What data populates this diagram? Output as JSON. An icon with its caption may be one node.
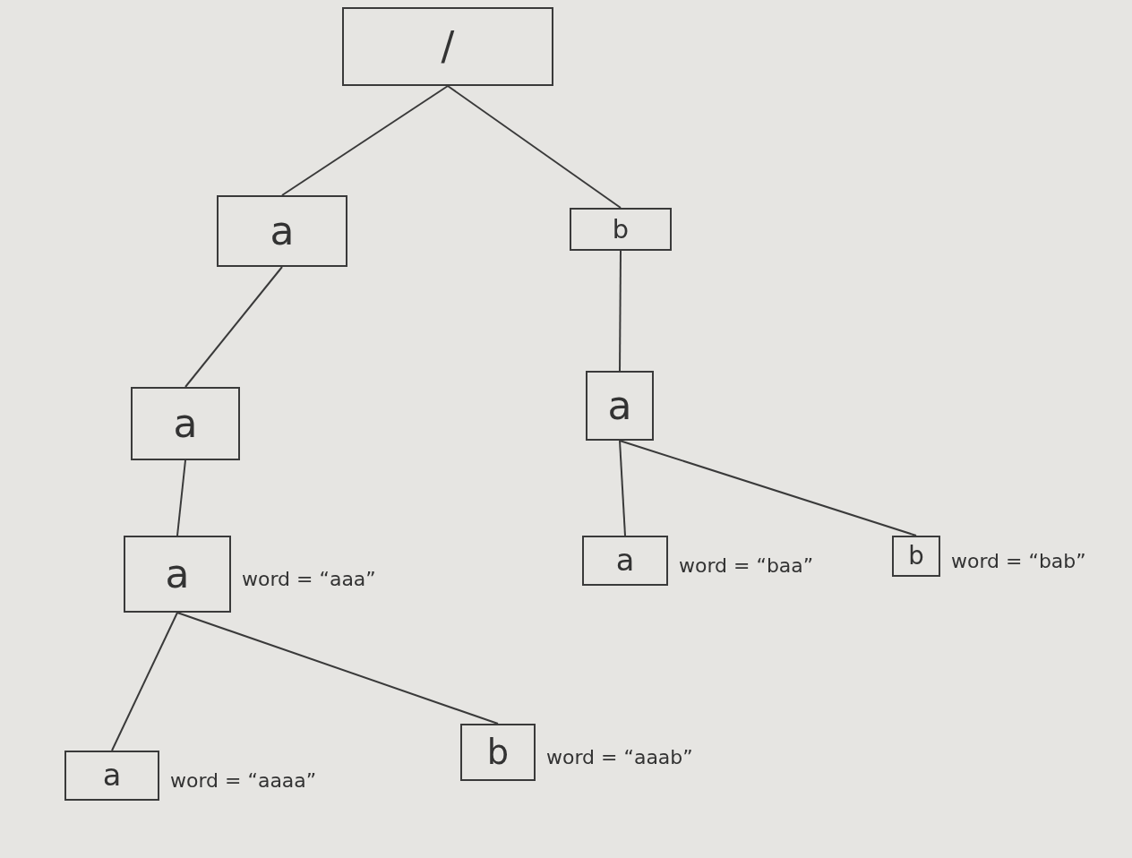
{
  "diagram": {
    "nodes": [
      {
        "text": [
          "/"
        ]
      },
      {
        "text": [
          "a"
        ]
      },
      {
        "text": [
          "b"
        ]
      },
      {
        "text": [
          "a"
        ]
      },
      {
        "text": [
          "a"
        ]
      },
      {
        "text": [
          "a"
        ],
        "beside": [
          "word = “aaa”"
        ]
      },
      {
        "text": [
          "a"
        ],
        "beside": [
          "word = “baa”"
        ]
      },
      {
        "text": [
          "b"
        ],
        "beside": [
          "word = “bab”"
        ]
      },
      {
        "text": [
          "a"
        ],
        "beside": [
          "word = “aaaa”"
        ]
      },
      {
        "text": [
          "b"
        ],
        "beside": [
          "word = “aaab”"
        ]
      }
    ],
    "edges": [
      {
        "from": 0,
        "to": 1,
        "arrow": "none"
      },
      {
        "from": 0,
        "to": 2,
        "arrow": "none"
      },
      {
        "from": 1,
        "to": 3,
        "arrow": "none"
      },
      {
        "from": 2,
        "to": 4,
        "arrow": "none"
      },
      {
        "from": 3,
        "to": 5,
        "arrow": "none"
      },
      {
        "from": 4,
        "to": 6,
        "arrow": "none"
      },
      {
        "from": 4,
        "to": 7,
        "arrow": "none"
      },
      {
        "from": 5,
        "to": 8,
        "arrow": "none"
      },
      {
        "from": 5,
        "to": 9,
        "arrow": "none"
      }
    ]
  }
}
